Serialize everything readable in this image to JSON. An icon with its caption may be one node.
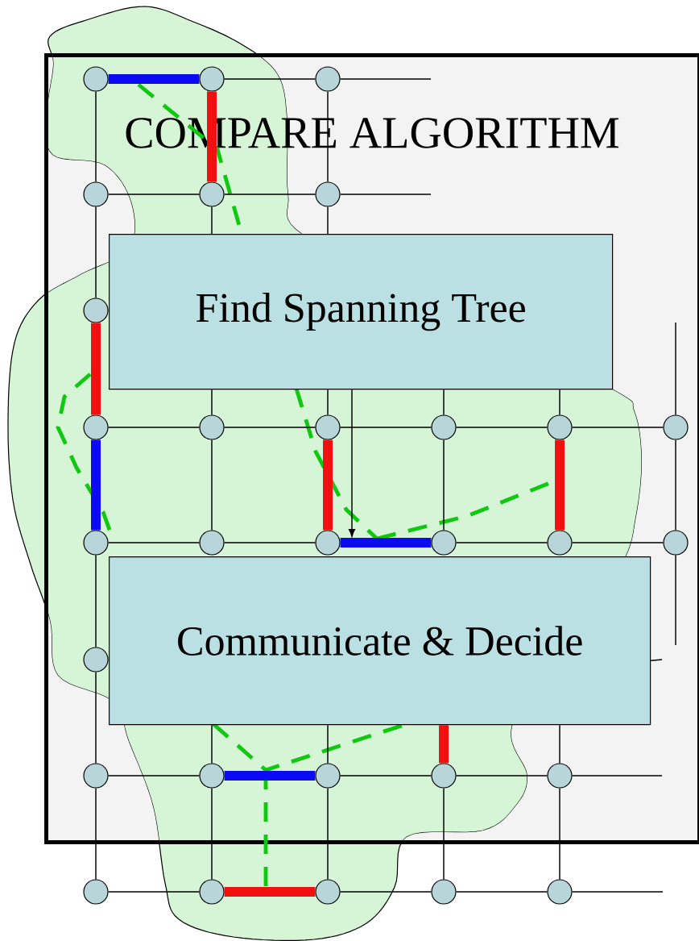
{
  "diagram": {
    "nodes": [
      {
        "text": [
          "COMPARE ALGORITHM"
        ]
      },
      {
        "text": [
          "Find Spanning Tree"
        ],
        "in": 0
      },
      {
        "text": [
          "Communicate & Decide"
        ],
        "in": 0
      },
      {
        "text": [],
        "shape": "circle",
        "in": 0
      },
      {
        "text": [],
        "shape": "circle",
        "in": 0
      },
      {
        "text": [],
        "shape": "circle",
        "in": 0
      },
      {
        "text": [],
        "shape": "circle",
        "in": 0
      },
      {
        "text": [],
        "shape": "circle",
        "in": 0
      },
      {
        "text": [],
        "shape": "circle",
        "in": 0
      },
      {
        "text": [],
        "shape": "circle",
        "in": 0
      },
      {
        "text": [],
        "shape": "circle",
        "in": 0
      },
      {
        "text": [],
        "shape": "circle",
        "in": 0
      },
      {
        "text": [],
        "shape": "circle",
        "in": 0
      },
      {
        "text": [],
        "shape": "circle",
        "in": 0
      },
      {
        "text": [],
        "shape": "circle",
        "in": 0
      },
      {
        "text": [],
        "shape": "circle",
        "in": 0
      },
      {
        "text": [],
        "shape": "circle",
        "in": 0
      },
      {
        "text": [],
        "shape": "circle",
        "in": 0
      },
      {
        "text": [],
        "shape": "circle",
        "in": 0
      },
      {
        "text": [],
        "shape": "circle",
        "in": 0
      },
      {
        "text": [],
        "shape": "circle",
        "in": 0
      },
      {
        "text": [],
        "shape": "circle",
        "in": 0
      },
      {
        "text": [],
        "shape": "circle",
        "in": 0
      },
      {
        "text": [],
        "shape": "circle",
        "in": 0
      },
      {
        "text": [],
        "shape": "circle",
        "in": 0
      },
      {
        "text": [],
        "shape": "circle",
        "in": 0
      },
      {
        "text": [],
        "shape": "circle",
        "in": 0
      },
      {
        "text": [],
        "shape": "circle",
        "in": 0
      },
      {
        "text": [],
        "shape": "circle"
      },
      {
        "text": [],
        "shape": "circle"
      },
      {
        "text": [],
        "shape": "circle"
      },
      {
        "text": [],
        "shape": "circle"
      },
      {
        "text": [],
        "shape": "circle"
      }
    ],
    "edges": [
      {
        "from": 3,
        "to": 4,
        "arrow": "none",
        "style": "thick",
        "color": "#0a0af5"
      },
      {
        "from": 4,
        "to": 5,
        "arrow": "none"
      },
      {
        "from": 6,
        "to": 7,
        "arrow": "none"
      },
      {
        "from": 7,
        "to": 8,
        "arrow": "none"
      },
      {
        "from": 3,
        "to": 6,
        "arrow": "none"
      },
      {
        "from": 4,
        "to": 7,
        "arrow": "none",
        "style": "thick",
        "color": "#f01010"
      },
      {
        "from": 5,
        "to": 8,
        "arrow": "none"
      },
      {
        "from": 6,
        "to": 9,
        "arrow": "none"
      },
      {
        "from": 9,
        "to": 10,
        "arrow": "none",
        "style": "thick",
        "color": "#f01010"
      },
      {
        "from": 10,
        "to": 11,
        "arrow": "none"
      },
      {
        "from": 11,
        "to": 12,
        "arrow": "none"
      },
      {
        "from": 12,
        "to": 13,
        "arrow": "none"
      },
      {
        "from": 13,
        "to": 14,
        "arrow": "none"
      },
      {
        "from": 14,
        "to": 15,
        "arrow": "none"
      },
      {
        "from": 10,
        "to": 16,
        "arrow": "none",
        "style": "thick",
        "color": "#0a0af5"
      },
      {
        "from": 11,
        "to": 17,
        "arrow": "none"
      },
      {
        "from": 12,
        "to": 18,
        "arrow": "none",
        "style": "thick",
        "color": "#f01010"
      },
      {
        "from": 13,
        "to": 19,
        "arrow": "none"
      },
      {
        "from": 14,
        "to": 20,
        "arrow": "none",
        "style": "thick",
        "color": "#f01010"
      },
      {
        "from": 15,
        "to": 21,
        "arrow": "none"
      },
      {
        "from": 16,
        "to": 17,
        "arrow": "none"
      },
      {
        "from": 17,
        "to": 18,
        "arrow": "none"
      },
      {
        "from": 18,
        "to": 19,
        "arrow": "none",
        "style": "thick",
        "color": "#0a0af5"
      },
      {
        "from": 19,
        "to": 20,
        "arrow": "none"
      },
      {
        "from": 20,
        "to": 21,
        "arrow": "none"
      },
      {
        "from": 16,
        "to": 22,
        "arrow": "none"
      },
      {
        "from": 22,
        "to": 23,
        "arrow": "none"
      },
      {
        "from": 23,
        "to": 24,
        "arrow": "none"
      },
      {
        "from": 24,
        "to": 25,
        "arrow": "none",
        "style": "thick",
        "color": "#0a0af5"
      },
      {
        "from": 25,
        "to": 26,
        "arrow": "none"
      },
      {
        "from": 26,
        "to": 27,
        "arrow": "none"
      },
      {
        "from": 23,
        "to": 28,
        "arrow": "none"
      },
      {
        "from": 24,
        "to": 29,
        "arrow": "none"
      },
      {
        "from": 25,
        "to": 30,
        "arrow": "none"
      },
      {
        "from": 26,
        "to": 31,
        "arrow": "none"
      },
      {
        "from": 27,
        "to": 32,
        "arrow": "none"
      },
      {
        "from": 28,
        "to": 29,
        "arrow": "none"
      },
      {
        "from": 29,
        "to": 30,
        "arrow": "none",
        "style": "thick",
        "color": "#f01010"
      },
      {
        "from": 30,
        "to": 31,
        "arrow": "none"
      },
      {
        "from": 31,
        "to": 32,
        "arrow": "none"
      },
      {
        "from": 1,
        "to": 18,
        "arrow": "to"
      },
      {
        "from": 7,
        "to": 1,
        "arrow": "none"
      },
      {
        "from": 8,
        "to": 1,
        "arrow": "none"
      },
      {
        "from": 1,
        "to": 11,
        "arrow": "none"
      },
      {
        "from": 1,
        "to": 12,
        "arrow": "none"
      },
      {
        "from": 1,
        "to": 13,
        "arrow": "none"
      },
      {
        "from": 1,
        "to": 14,
        "arrow": "none"
      },
      {
        "from": 2,
        "to": 24,
        "arrow": "none"
      },
      {
        "from": 2,
        "to": 25,
        "arrow": "none"
      },
      {
        "from": 2,
        "to": 26,
        "arrow": "none",
        "style": "thick",
        "color": "#f01010"
      },
      {
        "from": 2,
        "to": 27,
        "arrow": "none"
      },
      {
        "from": 5,
        "to": null,
        "arrow": "none"
      },
      {
        "from": 8,
        "to": null,
        "arrow": "none"
      },
      {
        "from": 15,
        "to": null,
        "arrow": "none"
      },
      {
        "from": 21,
        "to": null,
        "arrow": "none"
      },
      {
        "from": 2,
        "to": null,
        "arrow": "none"
      },
      {
        "from": 27,
        "to": null,
        "arrow": "none"
      },
      {
        "from": 32,
        "to": null,
        "arrow": "none"
      }
    ]
  }
}
